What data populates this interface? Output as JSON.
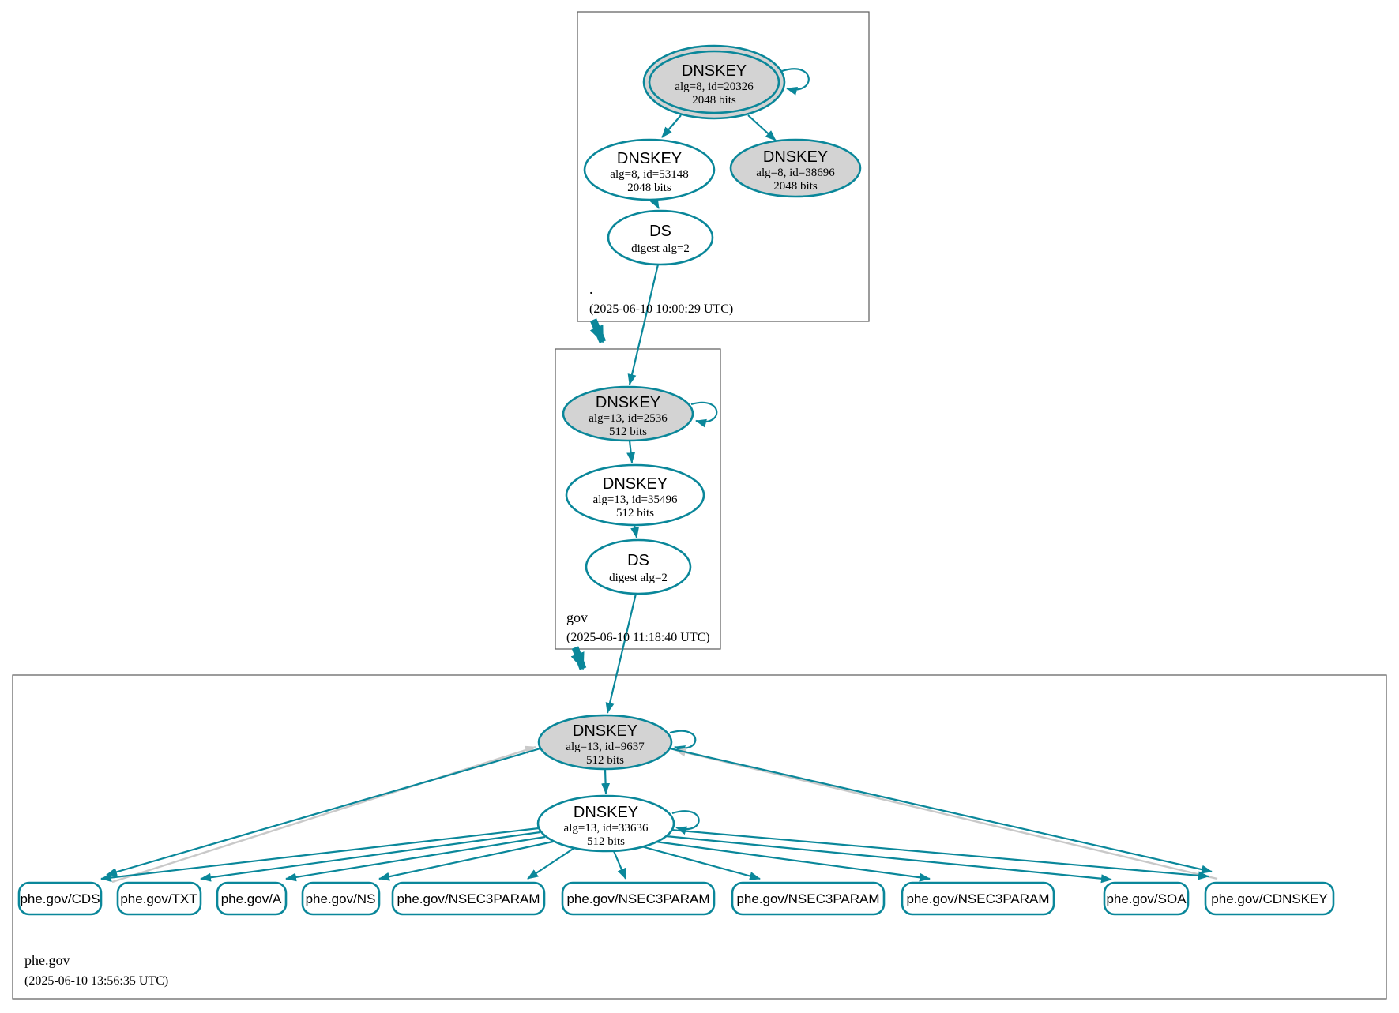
{
  "colors": {
    "secure": "#0a879a",
    "key_fill": "#d3d3d3",
    "warn_gray": "#c9c9c9",
    "zone_border": "#5b5b5b",
    "node_text": "#000000",
    "background": "#ffffff"
  },
  "zones": [
    {
      "name": ".",
      "timestamp": "(2025-06-10 10:00:29 UTC)",
      "nodes": {
        "ksk": {
          "title": "DNSKEY",
          "detail": "alg=8, id=20326",
          "bits": "2048 bits"
        },
        "zsk": {
          "title": "DNSKEY",
          "detail": "alg=8, id=53148",
          "bits": "2048 bits"
        },
        "key2": {
          "title": "DNSKEY",
          "detail": "alg=8, id=38696",
          "bits": "2048 bits"
        },
        "ds": {
          "title": "DS",
          "detail": "digest alg=2"
        }
      }
    },
    {
      "name": "gov",
      "timestamp": "(2025-06-10 11:18:40 UTC)",
      "nodes": {
        "ksk": {
          "title": "DNSKEY",
          "detail": "alg=13, id=2536",
          "bits": "512 bits"
        },
        "zsk": {
          "title": "DNSKEY",
          "detail": "alg=13, id=35496",
          "bits": "512 bits"
        },
        "ds": {
          "title": "DS",
          "detail": "digest alg=2"
        }
      }
    },
    {
      "name": "phe.gov",
      "timestamp": "(2025-06-10 13:56:35 UTC)",
      "nodes": {
        "ksk": {
          "title": "DNSKEY",
          "detail": "alg=13, id=9637",
          "bits": "512 bits"
        },
        "zsk": {
          "title": "DNSKEY",
          "detail": "alg=13, id=33636",
          "bits": "512 bits"
        }
      },
      "rrsets": [
        "phe.gov/CDS",
        "phe.gov/TXT",
        "phe.gov/A",
        "phe.gov/NS",
        "phe.gov/NSEC3PARAM",
        "phe.gov/NSEC3PARAM",
        "phe.gov/NSEC3PARAM",
        "phe.gov/NSEC3PARAM",
        "phe.gov/SOA",
        "phe.gov/CDNSKEY"
      ]
    }
  ]
}
